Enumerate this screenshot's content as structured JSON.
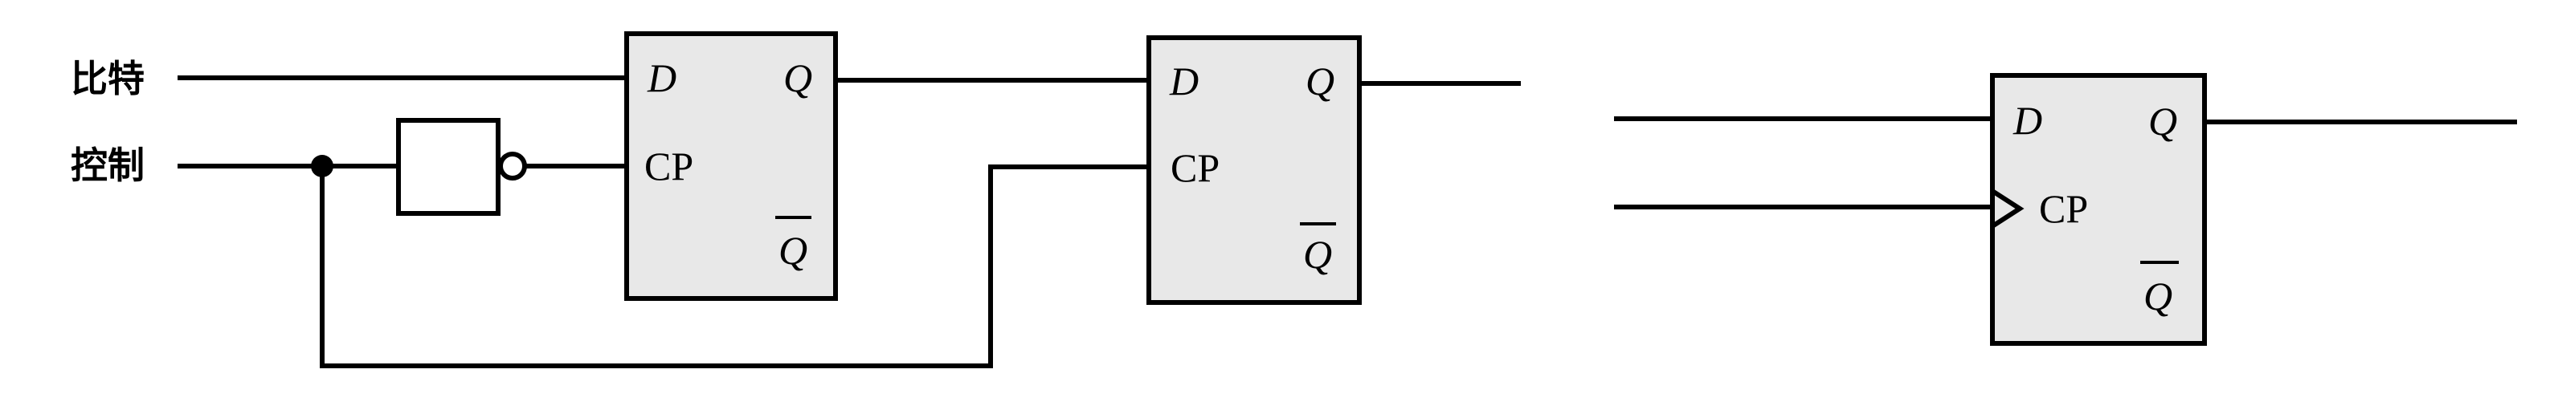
{
  "labels": {
    "bit": "比特",
    "control": "控制"
  },
  "pins": {
    "d": "D",
    "q": "Q",
    "cp": "CP",
    "qbar": "Q"
  },
  "colors": {
    "line": "#000000",
    "box_fill": "#e8e8e8",
    "background": "#ffffff"
  }
}
